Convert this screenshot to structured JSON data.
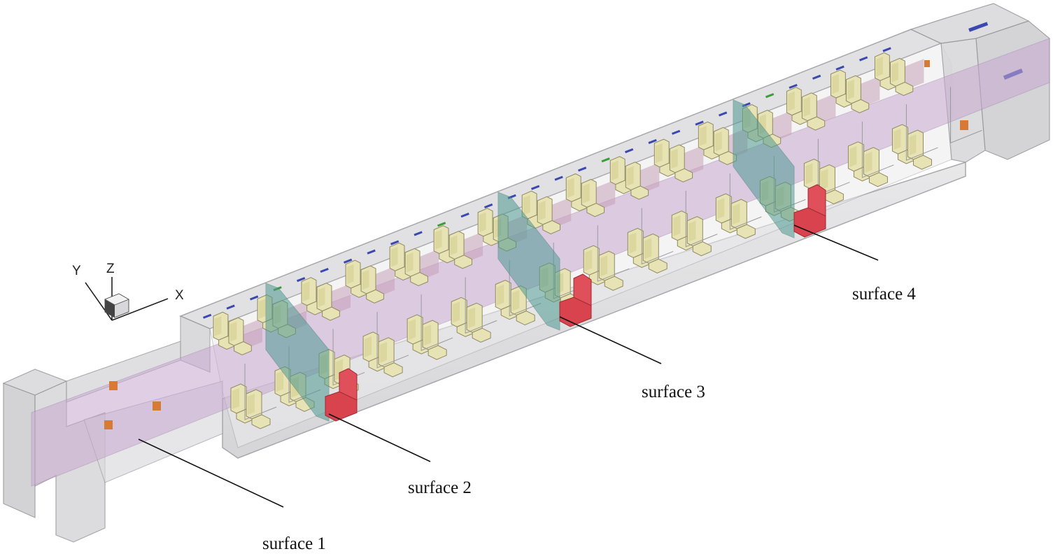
{
  "axes": {
    "x": "X",
    "y": "Y",
    "z": "Z"
  },
  "surfaces": [
    {
      "label": "surface 1"
    },
    {
      "label": "surface 2"
    },
    {
      "label": "surface 3"
    },
    {
      "label": "surface 4"
    }
  ],
  "colors": {
    "shell": "#d7d7d9",
    "shell_edge": "#9a9a9e",
    "corridor": "#c7a8cf",
    "seat": "#e8e3b4",
    "seat_edge": "#8f8a60",
    "partition": "#4f9a92",
    "toilet": "#e0505a",
    "vent": "#3a48b0",
    "vent_alt": "#3f9a3a",
    "heater": "#d67a35"
  }
}
